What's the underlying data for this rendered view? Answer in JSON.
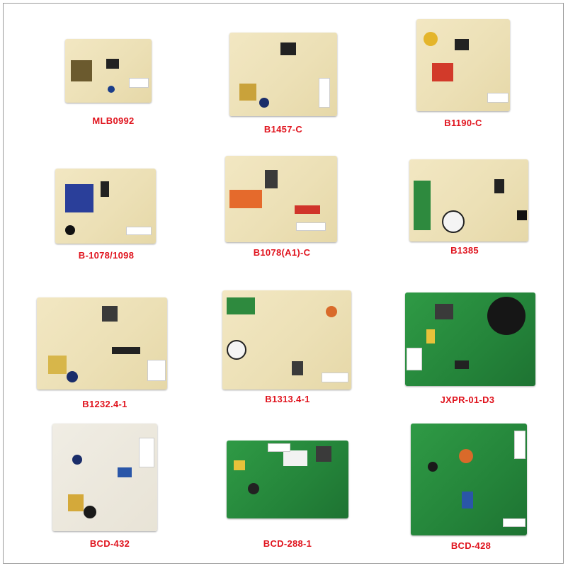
{
  "background": "#ffffff",
  "label_color": "#e0141e",
  "boards": [
    {
      "label": "MLB0992",
      "color": "cream"
    },
    {
      "label": "B1457-C",
      "color": "cream"
    },
    {
      "label": "B1190-C",
      "color": "cream"
    },
    {
      "label": "B-1078/1098",
      "color": "cream"
    },
    {
      "label": "B1078(A1)-C",
      "color": "cream"
    },
    {
      "label": "B1385",
      "color": "cream"
    },
    {
      "label": "B1232.4-1",
      "color": "cream"
    },
    {
      "label": "B1313.4-1",
      "color": "cream"
    },
    {
      "label": "JXPR-01-D3",
      "color": "green"
    },
    {
      "label": "BCD-432",
      "color": "cream"
    },
    {
      "label": "BCD-288-1",
      "color": "green"
    },
    {
      "label": "BCD-428",
      "color": "green"
    }
  ]
}
